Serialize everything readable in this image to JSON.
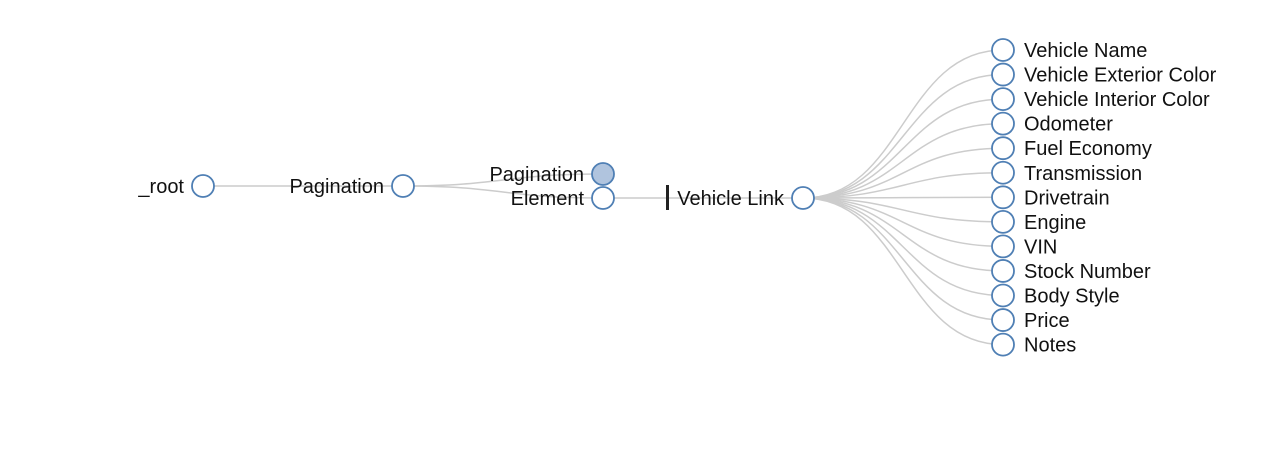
{
  "colors": {
    "link": "#cccccc",
    "node_stroke": "#4f7fb4",
    "node_fill": "#ffffff",
    "collapsed_fill": "#b0c4de",
    "text": "#111111"
  },
  "tree": {
    "label": "_root",
    "collapsed": false,
    "children": [
      {
        "label": "Pagination",
        "collapsed": false,
        "children": [
          {
            "label": "Pagination",
            "collapsed": true,
            "children": []
          },
          {
            "label": "Element",
            "collapsed": false,
            "children": [
              {
                "label": "Vehicle Link",
                "collapsed": false,
                "children": [
                  {
                    "label": "Vehicle Name"
                  },
                  {
                    "label": "Vehicle Exterior Color"
                  },
                  {
                    "label": "Vehicle Interior Color"
                  },
                  {
                    "label": "Odometer"
                  },
                  {
                    "label": "Fuel Economy"
                  },
                  {
                    "label": "Transmission"
                  },
                  {
                    "label": "Drivetrain"
                  },
                  {
                    "label": "Engine"
                  },
                  {
                    "label": "VIN"
                  },
                  {
                    "label": "Stock Number"
                  },
                  {
                    "label": "Body Style"
                  },
                  {
                    "label": "Price"
                  },
                  {
                    "label": "Notes"
                  }
                ]
              }
            ]
          }
        ]
      }
    ]
  }
}
